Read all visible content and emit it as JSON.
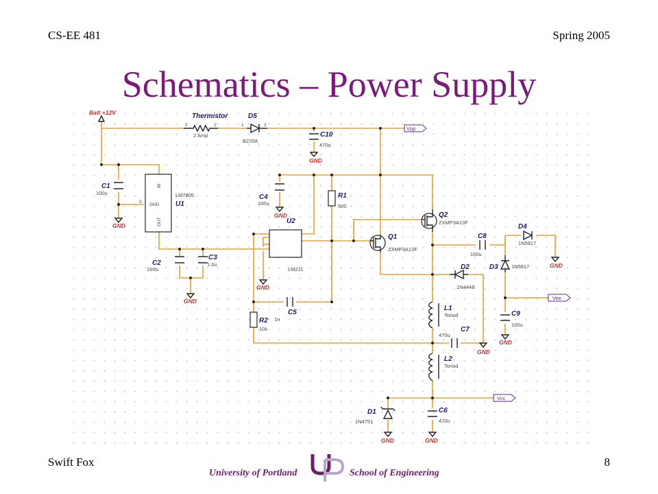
{
  "header": {
    "course": "CS-EE 481",
    "term": "Spring 2005"
  },
  "title": "Schematics – Power Supply",
  "footer": {
    "author": "Swift Fox",
    "page": "8",
    "university": "University of Portland",
    "school": "School of Engineering",
    "logo_letters": "UP"
  },
  "schematic": {
    "source": "Batt +12V",
    "ports": [
      "Vpp",
      "Vee",
      "Vcc"
    ],
    "ground": "GND",
    "parts": {
      "thermistor": {
        "ref": "Thermistor",
        "value": "2 Amp"
      },
      "d5": {
        "ref": "D5",
        "value": "B220A"
      },
      "c10": {
        "ref": "C10",
        "value": "470u"
      },
      "c1": {
        "ref": "C1",
        "value": "100u"
      },
      "u1": {
        "ref": "U1",
        "value": "LM7805",
        "pins": [
          "IN",
          "GND",
          "OUT"
        ]
      },
      "c4": {
        "ref": "C4",
        "value": "100u"
      },
      "r1": {
        "ref": "R1",
        "value": "500"
      },
      "u2": {
        "ref": "U2",
        "value": "LM211"
      },
      "q2": {
        "ref": "Q2",
        "value": "ZXMP3A13F"
      },
      "q1": {
        "ref": "Q1",
        "value": "ZXMP3A13F"
      },
      "c8": {
        "ref": "C8",
        "value": "100u"
      },
      "d4": {
        "ref": "D4",
        "value": "1N5817"
      },
      "d3": {
        "ref": "D3",
        "value": "1N5817"
      },
      "c2": {
        "ref": "C2",
        "value": "100u"
      },
      "c3": {
        "ref": "C3",
        "value": "1.0u"
      },
      "d2": {
        "ref": "D2",
        "value": "1N4448"
      },
      "c5": {
        "ref": "C5",
        "value": "1n"
      },
      "r2": {
        "ref": "R2",
        "value": "10k"
      },
      "c9": {
        "ref": "C9",
        "value": "100u"
      },
      "l1": {
        "ref": "L1",
        "value": "Toriod"
      },
      "c7": {
        "ref": "C7",
        "value": "470u"
      },
      "l2": {
        "ref": "L2",
        "value": "Toriod"
      },
      "d1": {
        "ref": "D1",
        "value": "1N4751"
      },
      "c6": {
        "ref": "C6",
        "value": "470u"
      }
    }
  }
}
